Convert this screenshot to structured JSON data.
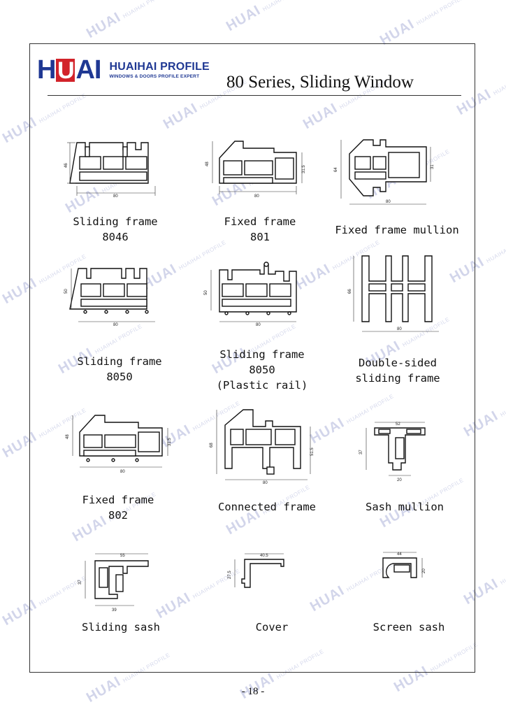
{
  "header": {
    "logo": {
      "letters": [
        "H",
        "U",
        "A",
        "I"
      ]
    },
    "brand_name": "HUAIHAI PROFILE",
    "brand_tagline": "WINDOWS & DOORS PROFILE EXPERT",
    "title": "80 Series, Sliding Window"
  },
  "watermark": {
    "logo": "HUAI",
    "text": "HUAIHAI PROFILE"
  },
  "profiles": [
    {
      "caption": "Sliding frame\n8046",
      "dims": [
        "80",
        "46"
      ]
    },
    {
      "caption": "Fixed frame\n801",
      "dims": [
        "80",
        "48",
        "31.5"
      ]
    },
    {
      "caption": "Fixed frame mullion",
      "dims": [
        "80",
        "64",
        "31"
      ]
    },
    {
      "caption": "Sliding frame\n8050",
      "dims": [
        "80",
        "50"
      ]
    },
    {
      "caption": "Sliding frame\n8050\n(Plastic rail)",
      "dims": [
        "80",
        "50"
      ]
    },
    {
      "caption": "Double-sided\nsliding frame",
      "dims": [
        "80",
        "66"
      ]
    },
    {
      "caption": "Fixed frame\n802",
      "dims": [
        "80",
        "48",
        "31.5"
      ]
    },
    {
      "caption": "Connected frame",
      "dims": [
        "80",
        "68",
        "51.5"
      ]
    },
    {
      "caption": "Sash mullion",
      "dims": [
        "52",
        "37",
        "20"
      ]
    },
    {
      "caption": "Sliding sash",
      "dims": [
        "55",
        "37",
        "39"
      ]
    },
    {
      "caption": "Cover",
      "dims": [
        "40.5",
        "27.5"
      ]
    },
    {
      "caption": "Screen sash",
      "dims": [
        "44",
        "20"
      ]
    }
  ],
  "page_number": "- 18 -",
  "colors": {
    "brand_blue": "#1f3893",
    "brand_red": "#d2232a",
    "watermark": "#c9cde6"
  }
}
